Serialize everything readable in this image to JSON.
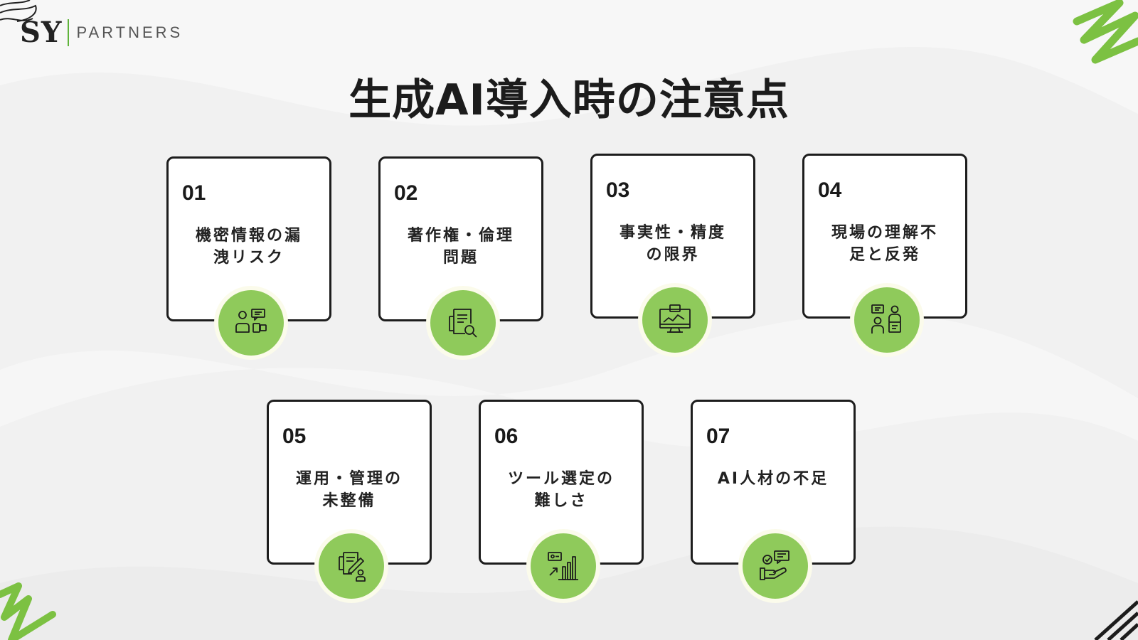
{
  "logo": {
    "mark": "SY",
    "text": "PARTNERS"
  },
  "title": "生成AI導入時の注意点",
  "colors": {
    "accent_green": "#8fca5b",
    "card_border": "#1d1d1d",
    "background": "#f1f1f1"
  },
  "cards": [
    {
      "number": "01",
      "line1": "機密情報の漏",
      "line2": "洩リスク",
      "icon": "confidential-chat-icon"
    },
    {
      "number": "02",
      "line1": "著作権・倫理",
      "line2": "問題",
      "icon": "document-search-icon"
    },
    {
      "number": "03",
      "line1": "事実性・精度",
      "line2": "の限界",
      "icon": "monitor-chart-icon"
    },
    {
      "number": "04",
      "line1": "現場の理解不",
      "line2": "足と反発",
      "icon": "people-discussion-icon"
    },
    {
      "number": "05",
      "line1": "運用・管理の",
      "line2": "未整備",
      "icon": "document-edit-user-icon"
    },
    {
      "number": "06",
      "line1": "ツール選定の",
      "line2": "難しさ",
      "icon": "bar-chart-growth-icon"
    },
    {
      "number": "07",
      "line1": "AI人材の不足",
      "line2": "",
      "icon": "hand-support-chat-icon"
    }
  ]
}
